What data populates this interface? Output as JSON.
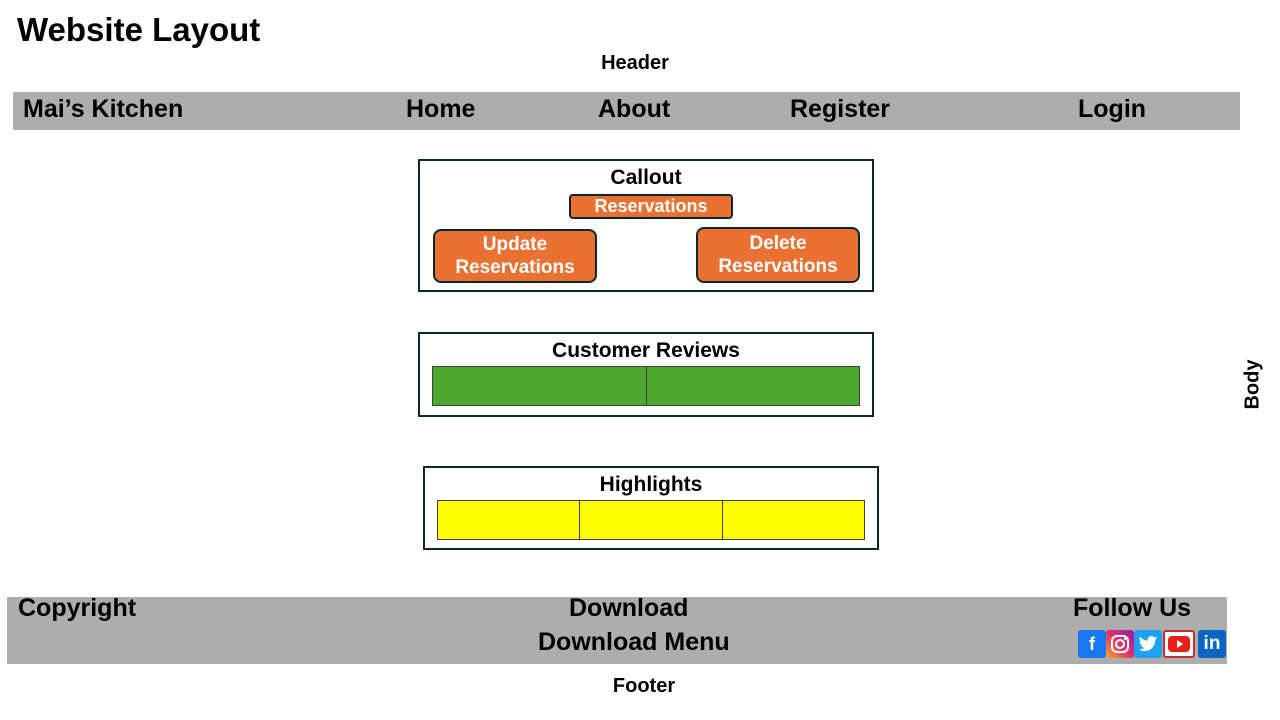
{
  "title": "Website Layout",
  "header_caption": "Header",
  "nav": {
    "brand": "Mai’s Kitchen",
    "items": [
      "Home",
      "About",
      "Register",
      "Login"
    ]
  },
  "callout": {
    "title": "Callout",
    "reservations_label": "Reservations",
    "update_label": "Update Reservations",
    "delete_label": "Delete Reservations"
  },
  "reviews": {
    "title": "Customer Reviews",
    "panel_color": "#4ea72e",
    "panel_count": 2
  },
  "highlights": {
    "title": "Highlights",
    "panel_color": "#ffff00",
    "panel_count": 3
  },
  "body_label": "Body",
  "footer": {
    "copyright": "Copyright",
    "download": "Download",
    "download_menu": "Download Menu",
    "follow_us": "Follow Us",
    "social_icons": [
      "facebook-icon",
      "instagram-icon",
      "twitter-icon",
      "youtube-icon",
      "linkedin-icon"
    ]
  },
  "footer_caption": "Footer",
  "colors": {
    "bar_gray": "#adadad",
    "button_orange": "#e97132",
    "border_dark": "#0d2630"
  }
}
